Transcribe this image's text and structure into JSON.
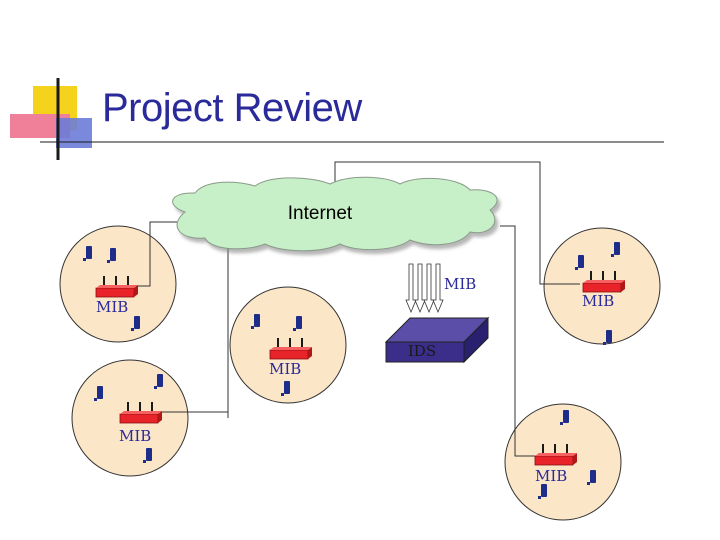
{
  "slide": {
    "title": "Project Review"
  },
  "diagram": {
    "cloud_label": "Internet",
    "ids_label": "IDS",
    "mib_labels": {
      "cell_left": "MIB",
      "cell_center": "MIB",
      "cell_bottom_left": "MIB",
      "cell_right": "MIB",
      "cell_bottom_right": "MIB",
      "ids_link": "MIB"
    }
  },
  "colors": {
    "title": "#2a2a9a",
    "cloud_fill": "#c8f0c8",
    "cell_fill": "#fbe6c8",
    "router": "#e8232a",
    "ids_box": "#3a2e8a",
    "node": "#1f2d8a",
    "accent_yellow": "#f5d21c",
    "accent_red": "#f0809a",
    "accent_blue": "#6c7cd8"
  }
}
